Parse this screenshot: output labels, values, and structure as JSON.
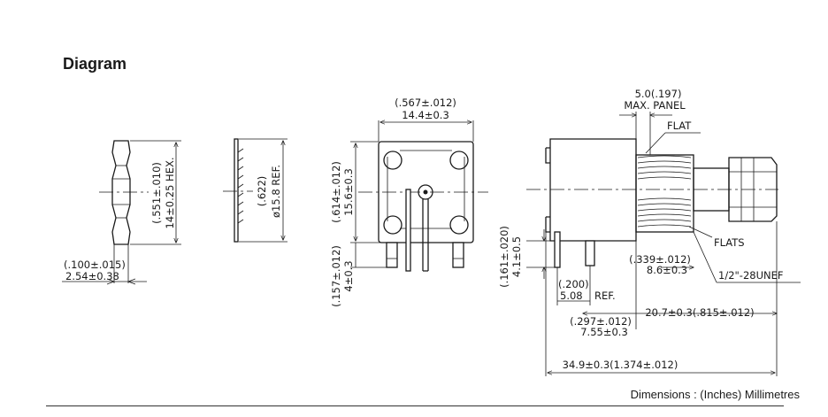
{
  "heading": "Diagram",
  "footer": "Dimensions : (Inches) Millimetres",
  "nut": {
    "hex_in": "(.551±.010)",
    "hex_mm": "14±0.25 HEX.",
    "thick_in": "(.100±.015)",
    "thick_mm": "2.54±0.38"
  },
  "washer": {
    "dia_in": "(.622)",
    "dia_mm": "ø15.8 REF."
  },
  "front": {
    "width_in": "(.567±.012)",
    "width_mm": "14.4±0.3",
    "height_in": "(.614±.012)",
    "height_mm": "15.6±0.3",
    "pin_in": "(.157±.012)",
    "pin_mm": "4±0.3"
  },
  "side": {
    "panel_dim": "5.0(.197)",
    "panel_label": "MAX. PANEL",
    "flat_label": "FLAT",
    "flats_label": "FLATS",
    "thread_label": "1/2\"-28UNEF",
    "pin_in": "(.161±.020)",
    "pin_mm": "4.1±0.5",
    "pitch_in": "(.200)",
    "pitch_mm": "5.08",
    "pitch_ref": "REF.",
    "d1_in": "(.339±.012)",
    "d1_mm": "8.6±0.3",
    "d2_in": "(.297±.012)",
    "d2_mm": "7.55±0.3",
    "d3": "20.7±0.3(.815±.012)",
    "total": "34.9±0.3(1.374±.012)"
  }
}
